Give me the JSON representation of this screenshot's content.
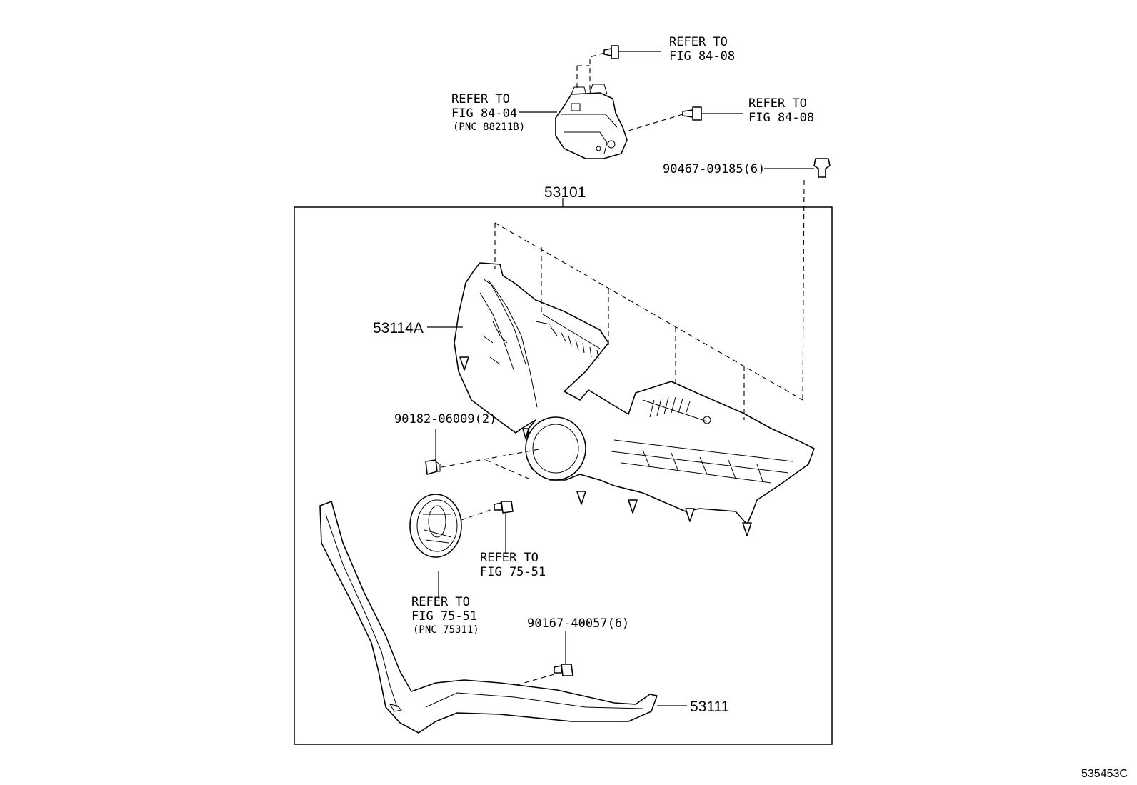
{
  "labels": {
    "refer_top": [
      "REFER TO",
      "FIG 84-08"
    ],
    "refer_sensor": [
      "REFER TO",
      "FIG 84-04",
      "(PNC 88211B)"
    ],
    "refer_right": [
      "REFER TO",
      "FIG 84-08"
    ],
    "clip_top": "90467-09185(6)",
    "assembly": "53101",
    "grille_upper": "53114A",
    "nut": "90182-06009(2)",
    "refer_emblem_screw": [
      "REFER TO",
      "FIG 75-51"
    ],
    "refer_emblem": [
      "REFER TO",
      "FIG 75-51",
      "(PNC 75311)"
    ],
    "screw_lower": "90167-40057(6)",
    "molding": "53111",
    "diagram_id": "535453C"
  }
}
